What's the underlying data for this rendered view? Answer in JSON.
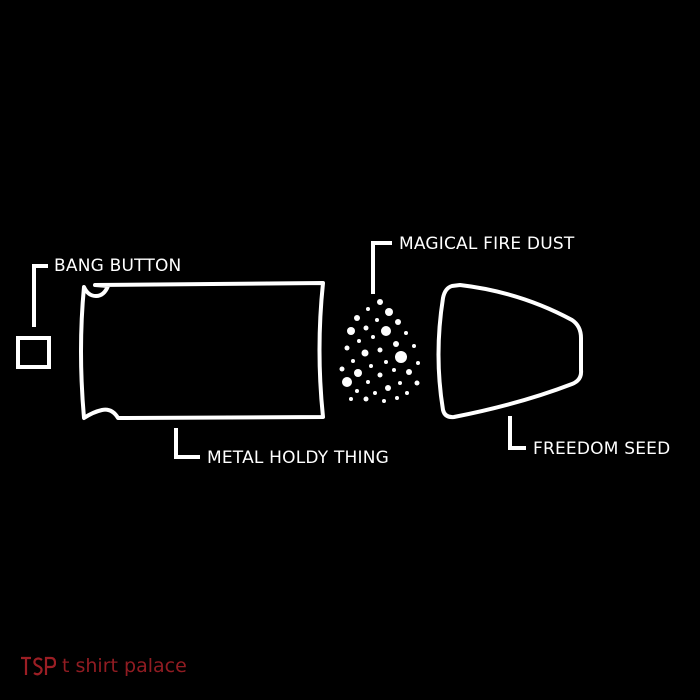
{
  "labels": {
    "bang_button": "BANG BUTTON",
    "metal_holdy_thing": "METAL HOLDY THING",
    "magical_fire_dust": "MAGICAL FIRE DUST",
    "freedom_seed": "FREEDOM SEED"
  },
  "watermark": {
    "text": "t shirt palace",
    "logo_letters": "TSP"
  },
  "colors": {
    "background": "#000000",
    "ink": "#ffffff",
    "watermark": "#c2262e"
  }
}
